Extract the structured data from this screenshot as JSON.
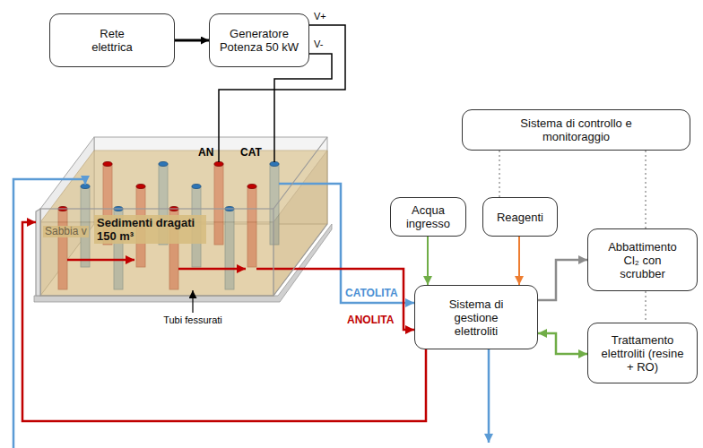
{
  "diagram": {
    "nodes": [
      {
        "text": [
          "Rete elettrica"
        ]
      },
      {
        "text": [
          "Generatore Potenza 50 kW"
        ]
      },
      {
        "text": [
          "Sistema di controllo e monitoraggio"
        ]
      },
      {
        "text": [
          "Sedimenti dragati 150 m³"
        ]
      },
      {
        "text": [
          "Acqua ingresso"
        ]
      },
      {
        "text": [
          "Reagenti"
        ]
      },
      {
        "text": [
          "Sistema di gestione elettroliti"
        ]
      },
      {
        "text": [
          "Abbattimento Cl₂ con scrubber"
        ]
      },
      {
        "text": [
          "Trattamento elettroliti (resine + RO)"
        ]
      }
    ],
    "edges": [
      {
        "from": 0,
        "to": 1,
        "arrow": "to"
      },
      {
        "from": 1,
        "to": 3,
        "arrow": "none"
      },
      {
        "from": 1,
        "to": 3,
        "arrow": "none"
      },
      {
        "from": 2,
        "to": 5,
        "arrow": "none"
      },
      {
        "from": 2,
        "to": 7,
        "arrow": "none"
      },
      {
        "from": 7,
        "to": 8,
        "arrow": "none"
      },
      {
        "from": 3,
        "to": 6,
        "label": "CATOLITA",
        "arrow": "to"
      },
      {
        "from": 3,
        "to": 6,
        "label": "ANOLITA",
        "arrow": "to"
      },
      {
        "from": 4,
        "to": 6,
        "arrow": "to"
      },
      {
        "from": 5,
        "to": 6,
        "arrow": "to"
      },
      {
        "from": 6,
        "to": 7,
        "arrow": "to"
      },
      {
        "from": 6,
        "to": 8,
        "arrow": "both"
      },
      {
        "from": 6,
        "to": 3,
        "arrow": "to"
      }
    ],
    "labels": [
      "V+",
      "V-",
      "AN",
      "CAT",
      "Sabbia v",
      "Tubi fessurati"
    ]
  }
}
